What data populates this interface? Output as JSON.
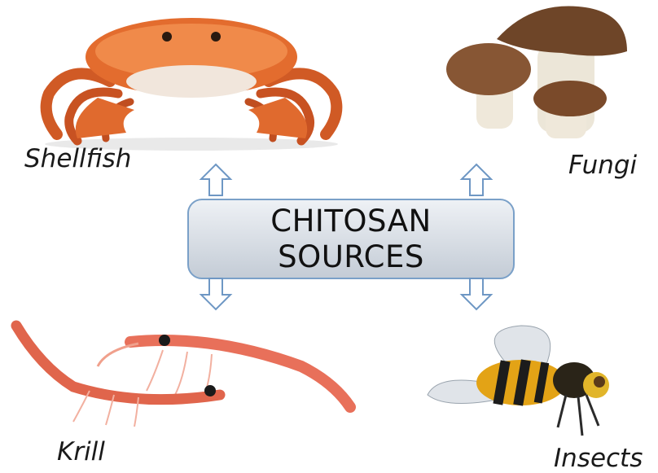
{
  "title": {
    "line1": "CHITOSAN",
    "line2": "SOURCES"
  },
  "sources": {
    "shellfish": {
      "label": "Shellfish",
      "icon": "crab-illustration"
    },
    "fungi": {
      "label": "Fungi",
      "icon": "mushroom-illustration"
    },
    "krill": {
      "label": "Krill",
      "icon": "krill-illustration"
    },
    "insects": {
      "label": "Insects",
      "icon": "hoverfly-illustration"
    }
  },
  "colors": {
    "box_border": "#7aa0c8",
    "arrow_stroke": "#6e97c4",
    "crab": "#d9632a",
    "mushroom_cap": "#7a4a2a",
    "krill": "#e8705a",
    "insect": "#e3a316"
  }
}
